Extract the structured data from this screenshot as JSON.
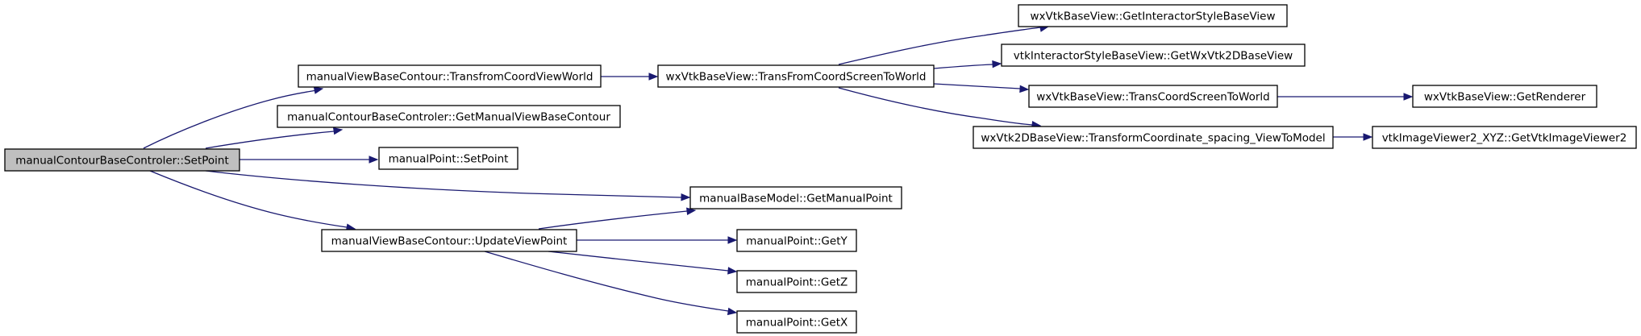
{
  "graph": {
    "nodes": [
      {
        "id": "setpoint_root",
        "label": "manualContourBaseControler::SetPoint",
        "root": true
      },
      {
        "id": "transfrom_coord_view_world",
        "label": "manualViewBaseContour::TransfromCoordViewWorld"
      },
      {
        "id": "get_manual_view_base_contour",
        "label": "manualContourBaseControler::GetManualViewBaseContour"
      },
      {
        "id": "manual_point_setpoint",
        "label": "manualPoint::SetPoint"
      },
      {
        "id": "get_manual_point",
        "label": "manualBaseModel::GetManualPoint"
      },
      {
        "id": "update_view_point",
        "label": "manualViewBaseContour::UpdateViewPoint"
      },
      {
        "id": "trans_from_coord_screen_to_world",
        "label": "wxVtkBaseView::TransFromCoordScreenToWorld"
      },
      {
        "id": "get_y",
        "label": "manualPoint::GetY"
      },
      {
        "id": "get_z",
        "label": "manualPoint::GetZ"
      },
      {
        "id": "get_x",
        "label": "manualPoint::GetX"
      },
      {
        "id": "get_interactor_style_base_view",
        "label": "wxVtkBaseView::GetInteractorStyleBaseView"
      },
      {
        "id": "get_wx_vtk_2d_base_view",
        "label": "vtkInteractorStyleBaseView::GetWxVtk2DBaseView"
      },
      {
        "id": "trans_coord_screen_to_world",
        "label": "wxVtkBaseView::TransCoordScreenToWorld"
      },
      {
        "id": "transform_coordinate_spacing",
        "label": "wxVtk2DBaseView::TransformCoordinate_spacing_ViewToModel"
      },
      {
        "id": "get_renderer",
        "label": "wxVtkBaseView::GetRenderer"
      },
      {
        "id": "get_vtk_image_viewer2",
        "label": "vtkImageViewer2_XYZ::GetVtkImageViewer2"
      }
    ],
    "edges": [
      {
        "from": "setpoint_root",
        "to": "transfrom_coord_view_world"
      },
      {
        "from": "setpoint_root",
        "to": "get_manual_view_base_contour"
      },
      {
        "from": "setpoint_root",
        "to": "manual_point_setpoint"
      },
      {
        "from": "setpoint_root",
        "to": "get_manual_point"
      },
      {
        "from": "setpoint_root",
        "to": "update_view_point"
      },
      {
        "from": "transfrom_coord_view_world",
        "to": "trans_from_coord_screen_to_world"
      },
      {
        "from": "trans_from_coord_screen_to_world",
        "to": "get_interactor_style_base_view"
      },
      {
        "from": "trans_from_coord_screen_to_world",
        "to": "get_wx_vtk_2d_base_view"
      },
      {
        "from": "trans_from_coord_screen_to_world",
        "to": "trans_coord_screen_to_world"
      },
      {
        "from": "trans_from_coord_screen_to_world",
        "to": "transform_coordinate_spacing"
      },
      {
        "from": "trans_coord_screen_to_world",
        "to": "get_renderer"
      },
      {
        "from": "transform_coordinate_spacing",
        "to": "get_vtk_image_viewer2"
      },
      {
        "from": "update_view_point",
        "to": "get_manual_point"
      },
      {
        "from": "update_view_point",
        "to": "get_y"
      },
      {
        "from": "update_view_point",
        "to": "get_z"
      },
      {
        "from": "update_view_point",
        "to": "get_x"
      }
    ]
  }
}
